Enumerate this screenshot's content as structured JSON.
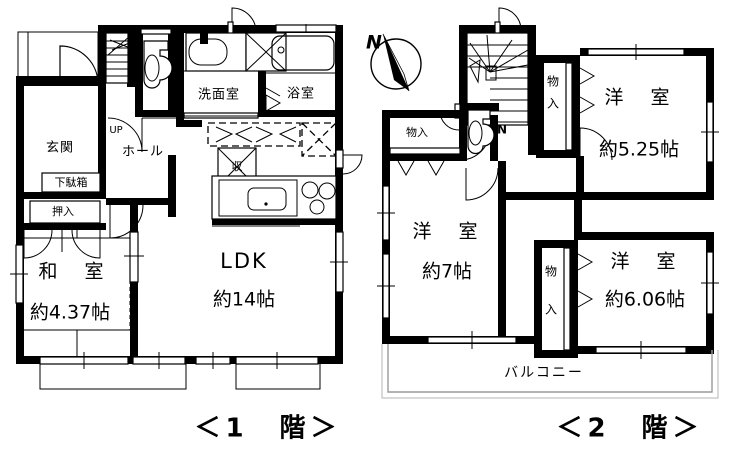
{
  "document": {
    "type": "floor-plan",
    "language": "ja",
    "colors": {
      "wall": "#000000",
      "line": "#000000",
      "balcony_outline": "#9a9a9a",
      "background": "#ffffff"
    }
  },
  "compass": {
    "label": "N",
    "name": "north-arrow"
  },
  "floor1": {
    "caption": "＜1　階＞",
    "rooms": [
      {
        "key": "genkan",
        "name": "玄関",
        "area": ""
      },
      {
        "key": "hall",
        "name": "ホール",
        "area": ""
      },
      {
        "key": "getabako",
        "name": "下駄箱",
        "area": ""
      },
      {
        "key": "oshiire",
        "name": "押入",
        "area": ""
      },
      {
        "key": "washitsu",
        "name": "和　室",
        "area": "約4.37帖"
      },
      {
        "key": "ldk",
        "name": "LDK",
        "area": "約14帖"
      },
      {
        "key": "senmen",
        "name": "洗面室",
        "area": ""
      },
      {
        "key": "yokushitsu",
        "name": "浴室",
        "area": ""
      },
      {
        "key": "shuno",
        "name": "収",
        "area": ""
      }
    ],
    "stair_label": "UP"
  },
  "floor2": {
    "caption": "＜2　階＞",
    "rooms": [
      {
        "key": "yoshitsu_525",
        "name": "洋　室",
        "area": "約5.25帖"
      },
      {
        "key": "yoshitsu_7",
        "name": "洋　室",
        "area": "約7帖"
      },
      {
        "key": "yoshitsu_606",
        "name": "洋　室",
        "area": "約6.06帖"
      },
      {
        "key": "monoire_left",
        "name": "物入",
        "area": ""
      },
      {
        "key": "monoire_top",
        "name": "物入",
        "area": "",
        "vertical": true
      },
      {
        "key": "monoire_mid",
        "name": "物入",
        "area": "",
        "vertical": true
      },
      {
        "key": "balcony",
        "name": "バルコニー",
        "area": ""
      }
    ],
    "stair_label": "DN"
  }
}
